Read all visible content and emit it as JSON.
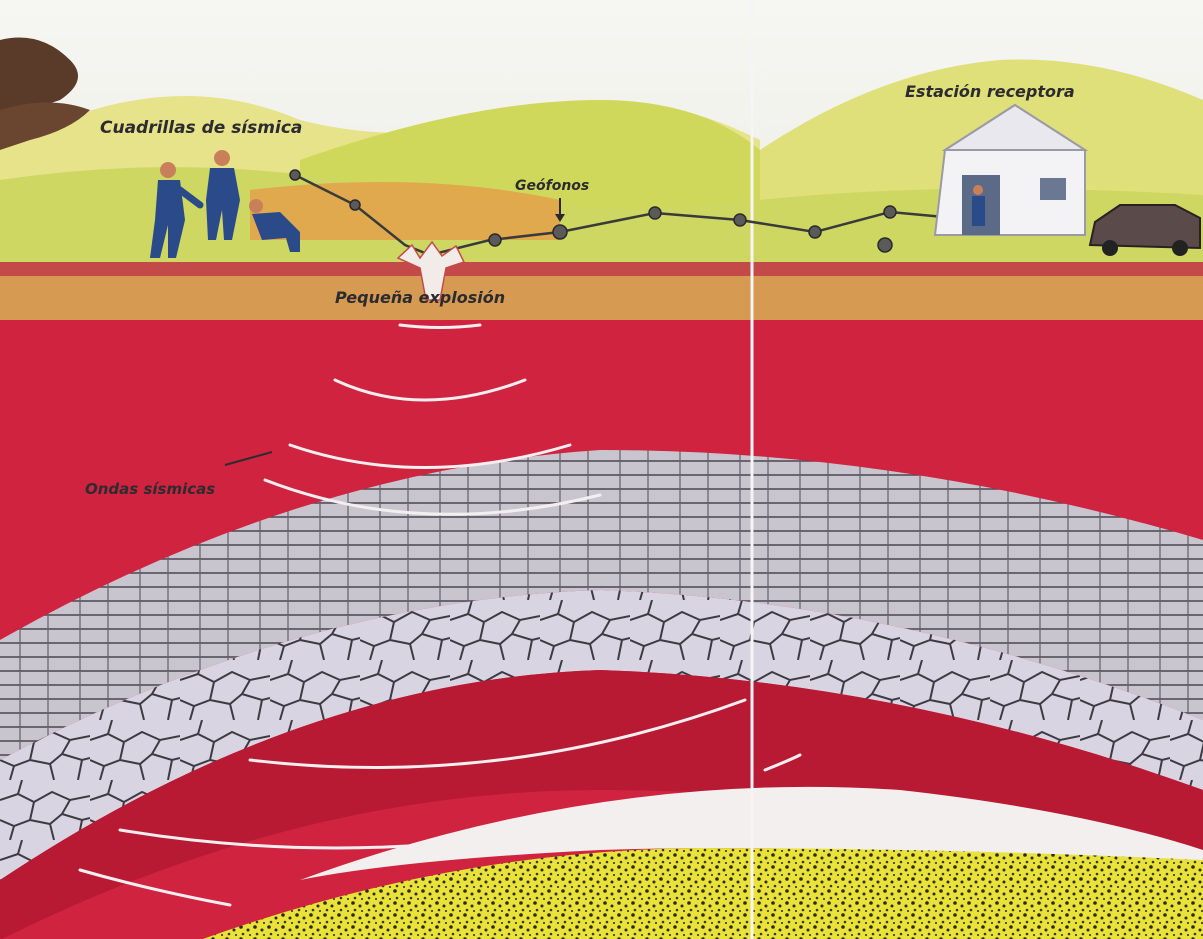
{
  "labels": {
    "seismic_crews": "Cuadrillas de sísmica",
    "geophones": "Geófonos",
    "receiving_station": "Estación receptora",
    "small_explosion": "Pequeña explosión",
    "sound_waves": "Ondas sísmicas"
  },
  "colors": {
    "sky": "#f2f2ee",
    "hill_green": "#cfd85a",
    "hill_yellow": "#e6e38a",
    "ground_brown": "#d69a52",
    "red_layer": "#d0233f",
    "dark_red": "#b81a33",
    "shale_grey": "#c9c5cf",
    "rock_lavender": "#d9d4e2",
    "sand_yellow": "#e8e23a",
    "wave_white": "#f4eef0"
  },
  "icons": {
    "crew": "worker-figure",
    "geophone": "geophone-sensor",
    "station": "receiving-station-house",
    "truck": "truck",
    "blast": "explosion-charge"
  }
}
